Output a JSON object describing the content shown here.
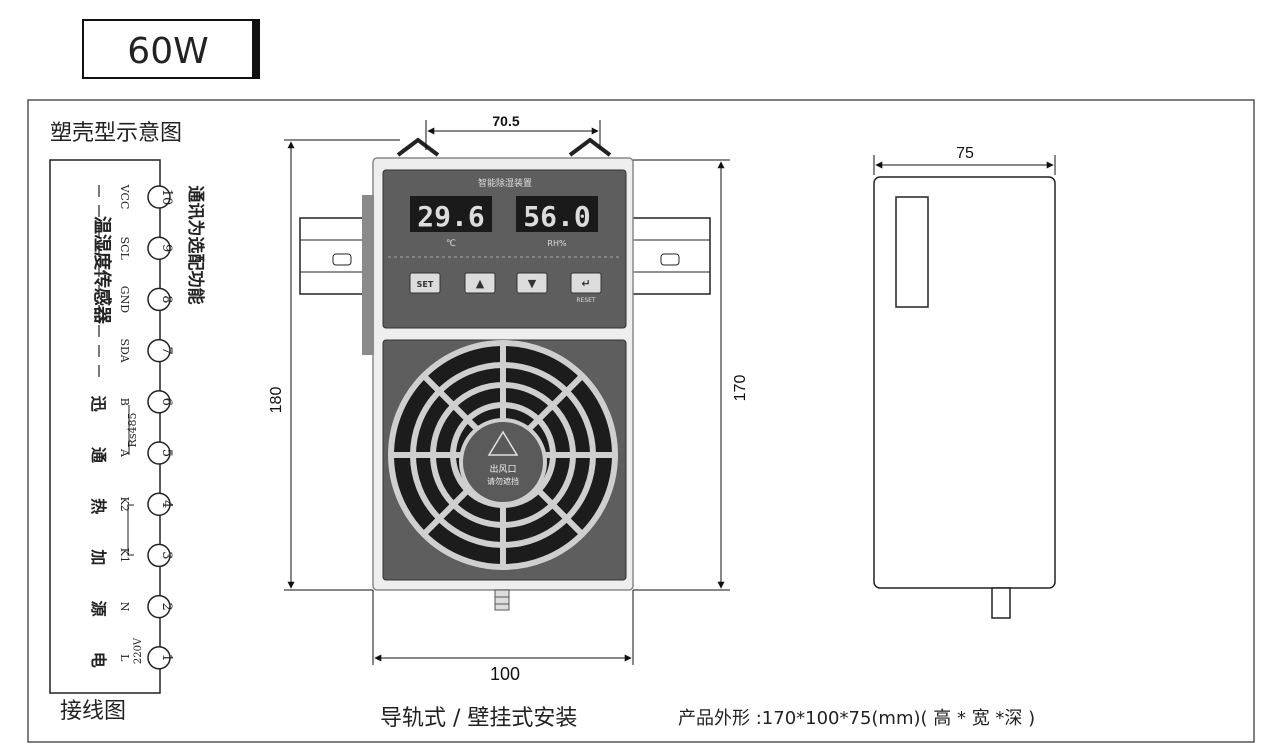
{
  "power_badge": "60W",
  "section_title": "塑壳型示意图",
  "wiring_caption": "接线图",
  "comm_note": "通讯为选配功能",
  "terminals": [
    {
      "num": "1",
      "code": "L",
      "group": "电"
    },
    {
      "num": "2",
      "code": "N",
      "group": "源"
    },
    {
      "num": "3",
      "code": "K1",
      "group": "加"
    },
    {
      "num": "4",
      "code": "K2",
      "group": "热"
    },
    {
      "num": "5",
      "code": "A",
      "group": "通"
    },
    {
      "num": "6",
      "code": "B",
      "group": "迅"
    },
    {
      "num": "7",
      "code": "SDA",
      "group": ""
    },
    {
      "num": "8",
      "code": "GND",
      "group": ""
    },
    {
      "num": "9",
      "code": "SCL",
      "group": ""
    },
    {
      "num": "10",
      "code": "VCC",
      "group": ""
    }
  ],
  "sensor_label": "温湿度传感器",
  "voltage_label": "220V",
  "bus_label": "Rs485",
  "device": {
    "panel_title": "智能除湿装置",
    "temp_value": "29.6",
    "temp_unit": "℃",
    "hum_value": "56.0",
    "hum_unit": "RH%",
    "buttons": [
      "SET",
      "▲",
      "▼",
      "↵"
    ],
    "enter_sub": "RESET",
    "fan_label_1": "出风口",
    "fan_label_2": "请勿遮挡"
  },
  "dimensions": {
    "rail_width": "70.5",
    "total_height": "180",
    "body_height": "170",
    "body_width": "100",
    "depth": "75"
  },
  "install_text": "导轨式 / 壁挂式安装",
  "product_spec": "产品外形 :170*100*75(mm)( 高 * 宽  *深  )"
}
